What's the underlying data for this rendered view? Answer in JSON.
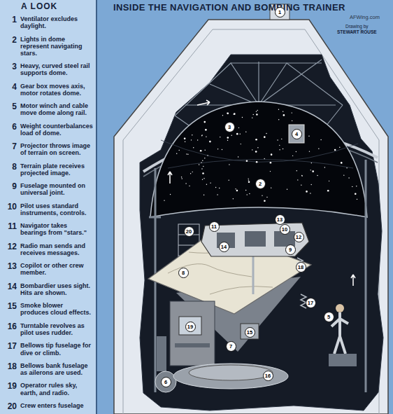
{
  "diagram": {
    "title": "INSIDE THE NAVIGATION AND BOMBING TRAINER",
    "labels": [
      "A LOOK",
      "1",
      "Ventilator excludes daylight.",
      "2",
      "Lights in dome represent navigating stars.",
      "3",
      "Heavy, curved steel rail supports dome.",
      "4",
      "Gear box moves axis, motor rotates dome.",
      "5",
      "Motor winch and cable move dome along rail.",
      "6",
      "Weight counterbalances load of dome.",
      "7",
      "Projector throws image of terrain on screen.",
      "8",
      "Terrain plate receives projected image.",
      "9",
      "Fuselage mounted on universal joint.",
      "10",
      "Pilot uses standard instruments, controls.",
      "11",
      "Navigator takes bearings from \"stars.\"",
      "12",
      "Radio man sends and receives messages.",
      "13",
      "Copilot or other crew member.",
      "14",
      "Bombardier uses sight. Hits are shown.",
      "15",
      "Smoke blower produces cloud effects.",
      "16",
      "Turntable revolves as pilot uses rudder.",
      "17",
      "Bellows tip fuselage for dive or climb.",
      "18",
      "Bellows bank fuselage as ailerons are used.",
      "19",
      "Operator rules sky, earth, and radio.",
      "20",
      "Crew enters fuselage",
      "Drawing by",
      "STEWART ROUSE",
      "AFWing.com",
      "1",
      "2",
      "3",
      "4",
      "5",
      "6",
      "7",
      "8",
      "9",
      "10",
      "11",
      "12",
      "13",
      "14",
      "15",
      "16",
      "17",
      "18",
      "19",
      "20"
    ]
  }
}
